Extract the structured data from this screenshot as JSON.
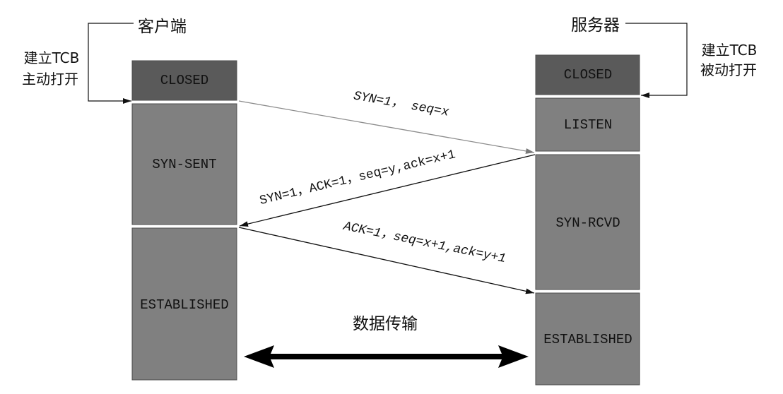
{
  "client": {
    "title": "客户端",
    "action": [
      "建立TCB",
      "主动打开"
    ],
    "states": [
      "CLOSED",
      "SYN-SENT",
      "ESTABLISHED"
    ]
  },
  "server": {
    "title": "服务器",
    "action": [
      "建立TCB",
      "被动打开"
    ],
    "states": [
      "CLOSED",
      "LISTEN",
      "SYN-RCVD",
      "ESTABLISHED"
    ]
  },
  "messages": [
    {
      "label": "SYN=1， seq=x"
    },
    {
      "label": "SYN=1，ACK=1，seq=y,ack=x+1"
    },
    {
      "label": "ACK=1，seq=x+1,ack=y+1"
    }
  ],
  "data_transfer": {
    "label": "数据传输"
  },
  "colors": {
    "closed_fill": "#5a5a5a",
    "state_fill": "#808080",
    "syn_arrow_line": "#8c8c8c",
    "arrow_line": "#111111"
  }
}
